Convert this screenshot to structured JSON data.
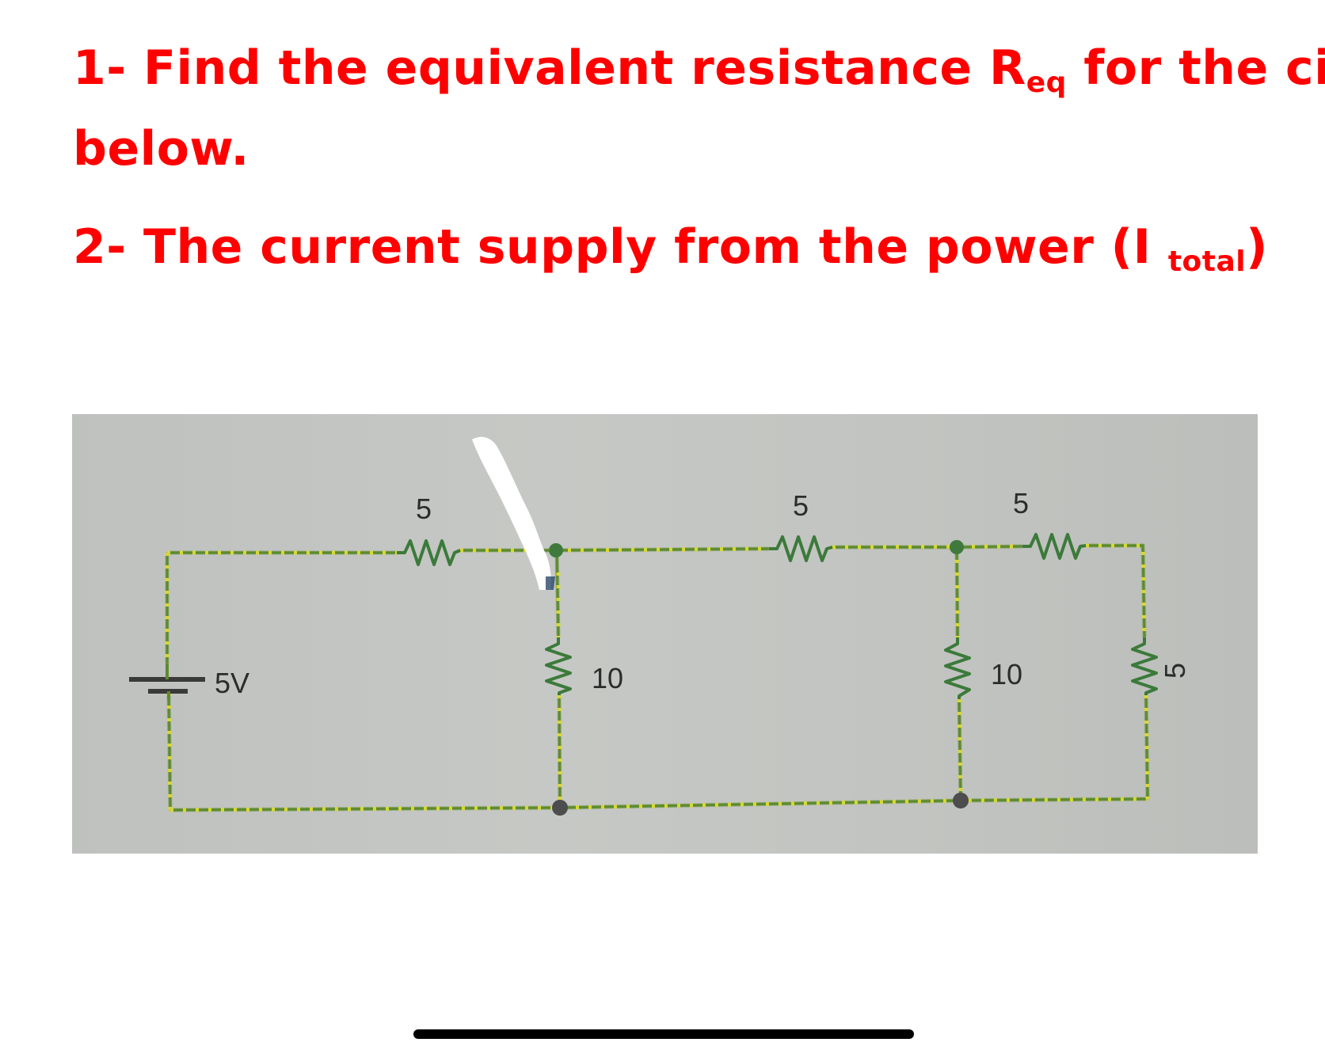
{
  "question1": {
    "line1_pre": "1- Find the equivalent resistance R",
    "line1_sub": "eq",
    "line1_post": " for the circuit",
    "line2": "below."
  },
  "question2": {
    "pre": "2- The current supply from the power (I ",
    "sub": "total",
    "post": ")"
  },
  "circuit": {
    "source_label": "5V",
    "r_series_top_left": "5",
    "r_shunt_1": "10",
    "r_series_top_mid": "5",
    "r_shunt_2": "10",
    "r_series_top_right": "5",
    "r_right_vertical": "5"
  },
  "colors": {
    "text": "#ff0000",
    "wire": "#5d8a2e",
    "dots": "#e4e035",
    "node": "#555555",
    "photo_bg": "#c3c5c2"
  }
}
